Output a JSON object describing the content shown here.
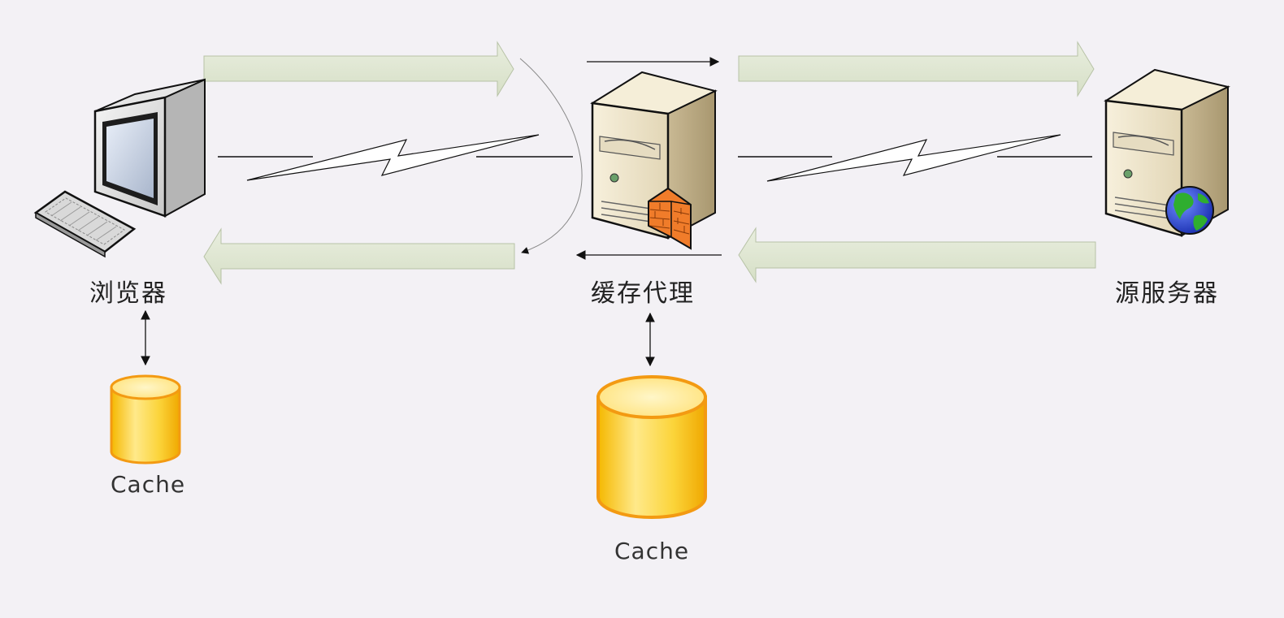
{
  "nodes": {
    "browser": {
      "label": "浏览器"
    },
    "proxy": {
      "label": "缓存代理"
    },
    "origin": {
      "label": "源服务器"
    }
  },
  "caches": {
    "browser_cache": {
      "label": "Cache"
    },
    "proxy_cache": {
      "label": "Cache"
    }
  },
  "colors": {
    "background": "#f3f1f5",
    "flow_arrow_fill": "#dfe6d2",
    "flow_arrow_stroke": "#b7c2a6",
    "cache_gold": "#f5c518",
    "cache_orange": "#f39a12"
  }
}
